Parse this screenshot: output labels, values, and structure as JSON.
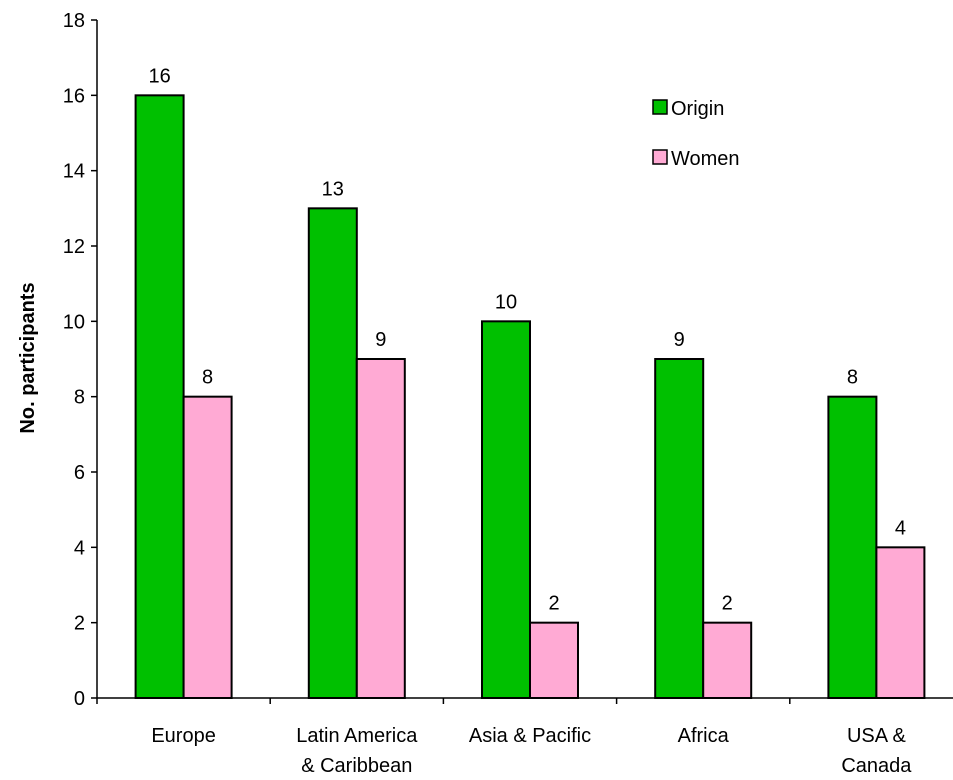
{
  "chart_data": {
    "type": "bar",
    "title": "",
    "xlabel": "",
    "ylabel": "No. participants",
    "ylim": [
      0,
      18
    ],
    "yticks": [
      0,
      2,
      4,
      6,
      8,
      10,
      12,
      14,
      16,
      18
    ],
    "categories": [
      [
        "Europe"
      ],
      [
        "Latin America",
        "& Caribbean"
      ],
      [
        "Asia & Pacific"
      ],
      [
        "Africa"
      ],
      [
        "USA &",
        "Canada"
      ]
    ],
    "series": [
      {
        "name": "Origin",
        "color": "#00c000",
        "values": [
          16,
          13,
          10,
          9,
          8
        ]
      },
      {
        "name": "Women",
        "color": "#ffaad4",
        "values": [
          8,
          9,
          2,
          2,
          4
        ]
      }
    ],
    "grid": false,
    "legend_position": "top-right",
    "data_labels": true
  }
}
